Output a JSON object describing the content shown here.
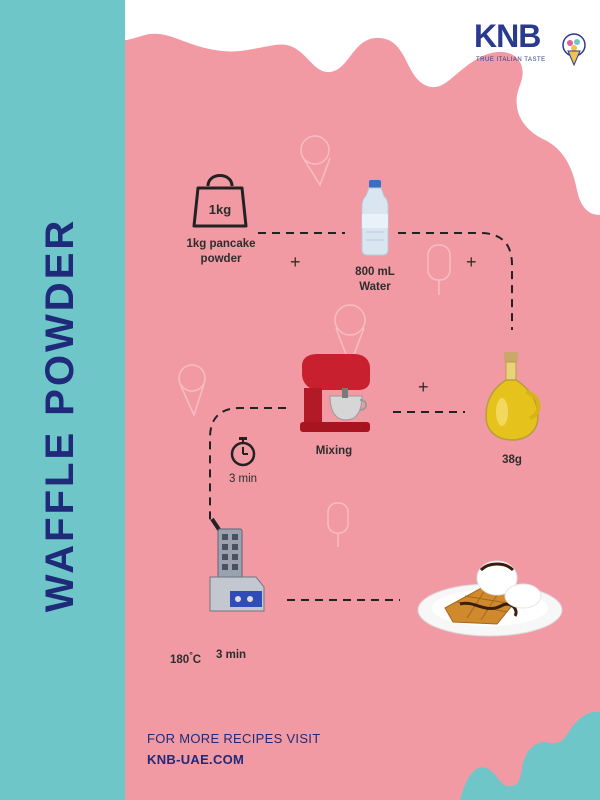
{
  "brand": {
    "name": "KNB",
    "tagline": "TRUE ITALIAN TASTE"
  },
  "title": "WAFFLE POWDER",
  "steps": {
    "powder": {
      "bag_label": "1kg",
      "caption": "1kg pancake powder"
    },
    "water": {
      "caption_line1": "800 mL",
      "caption_line2": "Water"
    },
    "oil": {
      "caption": "38g"
    },
    "mixer": {
      "caption": "Mixing"
    },
    "timer": {
      "caption": "3 min"
    },
    "waffle_iron": {
      "temperature": "180",
      "degree": "°",
      "unit": "C",
      "time": "3 min"
    }
  },
  "plus_sign": "+",
  "footer": {
    "line1": "FOR MORE RECIPES VISIT",
    "line2": "KNB-UAE.COM"
  },
  "colors": {
    "pink": "#f29aa3",
    "teal": "#6ec6c8",
    "navy": "#1f2a7a"
  }
}
